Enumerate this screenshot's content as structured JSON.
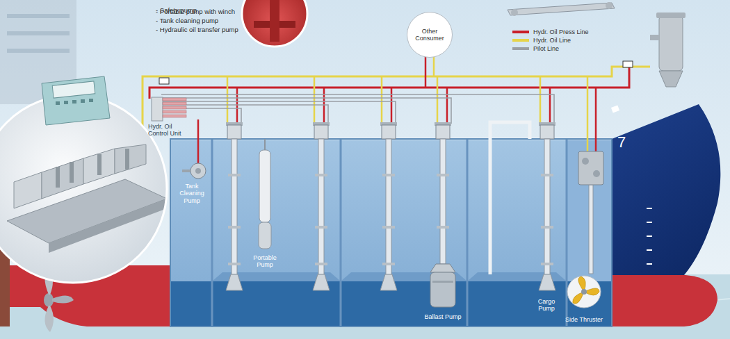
{
  "diagram": {
    "nodes": [
      {
        "text": [
          "Other Consumer"
        ]
      }
    ],
    "labels": [
      "- Safety pump",
      "- Portable pump with winch",
      "- Tank cleaning pump",
      "- Hydraulic oil transfer pump",
      "Hydr. Oil Control Unit",
      "Tank Cleaning Pump",
      "Portable Pump",
      "Ballast Pump",
      "Cargo Pump",
      "Side Thruster",
      "7"
    ],
    "legend": [
      {
        "text": "Hydr. Oil Press Line",
        "color": "#c8202a"
      },
      {
        "text": "Hydr. Oil Line",
        "color": "#e6d44a"
      },
      {
        "text": "Pilot Line",
        "color": "#9a9fa5"
      }
    ]
  }
}
